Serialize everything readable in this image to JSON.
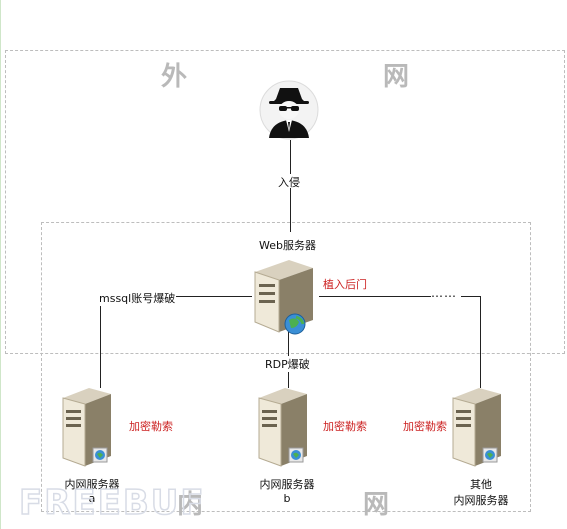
{
  "zones": {
    "outer_left": "外",
    "outer_right": "网",
    "inner_left": "内",
    "inner_right": "网"
  },
  "attacker": {
    "icon": "hacker-icon",
    "edge_label": "入侵"
  },
  "web_server": {
    "label": "Web服务器",
    "backdoor_label": "植入后门",
    "icon": "server-globe-icon"
  },
  "edges": {
    "mssql": "mssql账号爆破",
    "rdp": "RDP爆破",
    "more": "……"
  },
  "internal_servers": [
    {
      "line1": "内网服务器",
      "line2": "a",
      "status": "加密勒索"
    },
    {
      "line1": "内网服务器",
      "line2": "b",
      "status": "加密勒索"
    },
    {
      "line1": "其他",
      "line2": "内网服务器",
      "status": "加密勒索"
    }
  ],
  "watermark": "FREEBUF",
  "colors": {
    "dashed_border": "#bdbdbd",
    "zone_text": "#b9b9b9",
    "alert_text": "#cc2222",
    "wire": "#222222"
  }
}
